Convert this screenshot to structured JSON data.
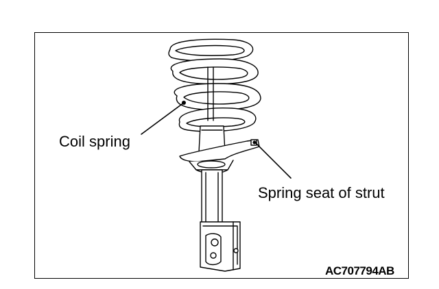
{
  "labels": {
    "coil_spring": "Coil spring",
    "spring_seat": "Spring seat of strut"
  },
  "figure_code": "AC707794AB"
}
